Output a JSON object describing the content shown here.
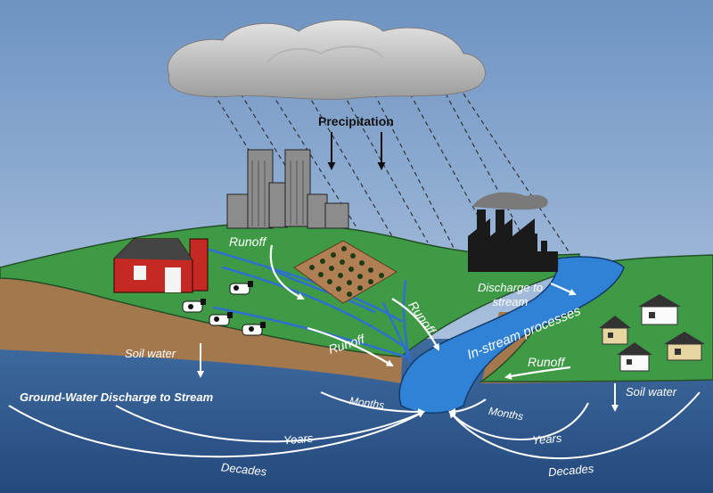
{
  "labels": {
    "precipitation": "Precipitation",
    "runoff_upper": "Runoff",
    "runoff_middle": "Runoff",
    "runoff_slope": "Runoff",
    "runoff_right": "Runoff",
    "discharge_to_stream": "Discharge to stream",
    "in_stream_processes": "In-stream processes",
    "soil_water_left": "Soil water",
    "soil_water_right": "Soil water",
    "groundwater_discharge": "Ground-Water Discharge to Stream",
    "months_left": "Months",
    "months_right": "Months",
    "years_left": "Years",
    "years_right": "Years",
    "decades_left": "Decades",
    "decades_right": "Decades"
  },
  "colors": {
    "sky_top": "#6e93c2",
    "sky_bottom": "#c3d5ea",
    "land": "#3f9a45",
    "soil": "#a4784d",
    "groundwater": "#2f5d95",
    "stream": "#2f82d6",
    "barn": "#c42a23"
  }
}
